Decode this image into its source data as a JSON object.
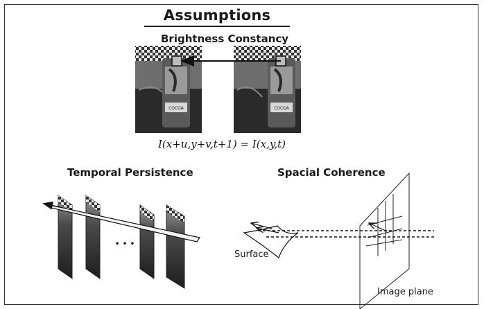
{
  "heading": "Assumptions",
  "brightness": {
    "title": "Brightness Constancy",
    "equation": "I(x+u,y+v,t+1) = I(x,y,t)"
  },
  "temporal": {
    "title": "Temporal Persistence",
    "ellipsis": "• • •"
  },
  "spatial": {
    "title": "Spacial Coherence",
    "surface_label": "Surface",
    "plane_label": "Image plane"
  },
  "can_text": "COCOA"
}
